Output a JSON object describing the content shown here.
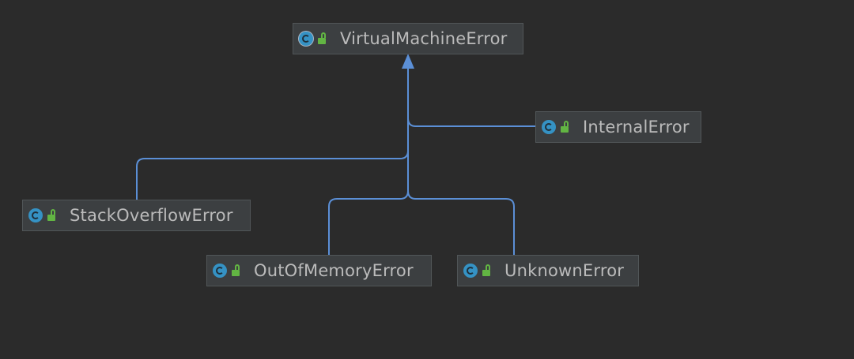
{
  "diagram": {
    "accent_color": "#5b8fd6",
    "node_color": "#3c3f41",
    "icon_color": "#3592c4",
    "visibility_color": "#62b543",
    "nodes": {
      "root": {
        "label": "VirtualMachineError",
        "icon": "class-icon",
        "visibility_icon": "public-lock-icon"
      },
      "internal": {
        "label": "InternalError",
        "icon": "class-icon",
        "visibility_icon": "public-lock-icon"
      },
      "stackoverflow": {
        "label": "StackOverflowError",
        "icon": "class-icon",
        "visibility_icon": "public-lock-icon"
      },
      "outofmemory": {
        "label": "OutOfMemoryError",
        "icon": "class-icon",
        "visibility_icon": "public-lock-icon"
      },
      "unknown": {
        "label": "UnknownError",
        "icon": "class-icon",
        "visibility_icon": "public-lock-icon"
      }
    },
    "edges": [
      {
        "from": "internal",
        "to": "root",
        "type": "extends"
      },
      {
        "from": "stackoverflow",
        "to": "root",
        "type": "extends"
      },
      {
        "from": "outofmemory",
        "to": "root",
        "type": "extends"
      },
      {
        "from": "unknown",
        "to": "root",
        "type": "extends"
      }
    ]
  }
}
